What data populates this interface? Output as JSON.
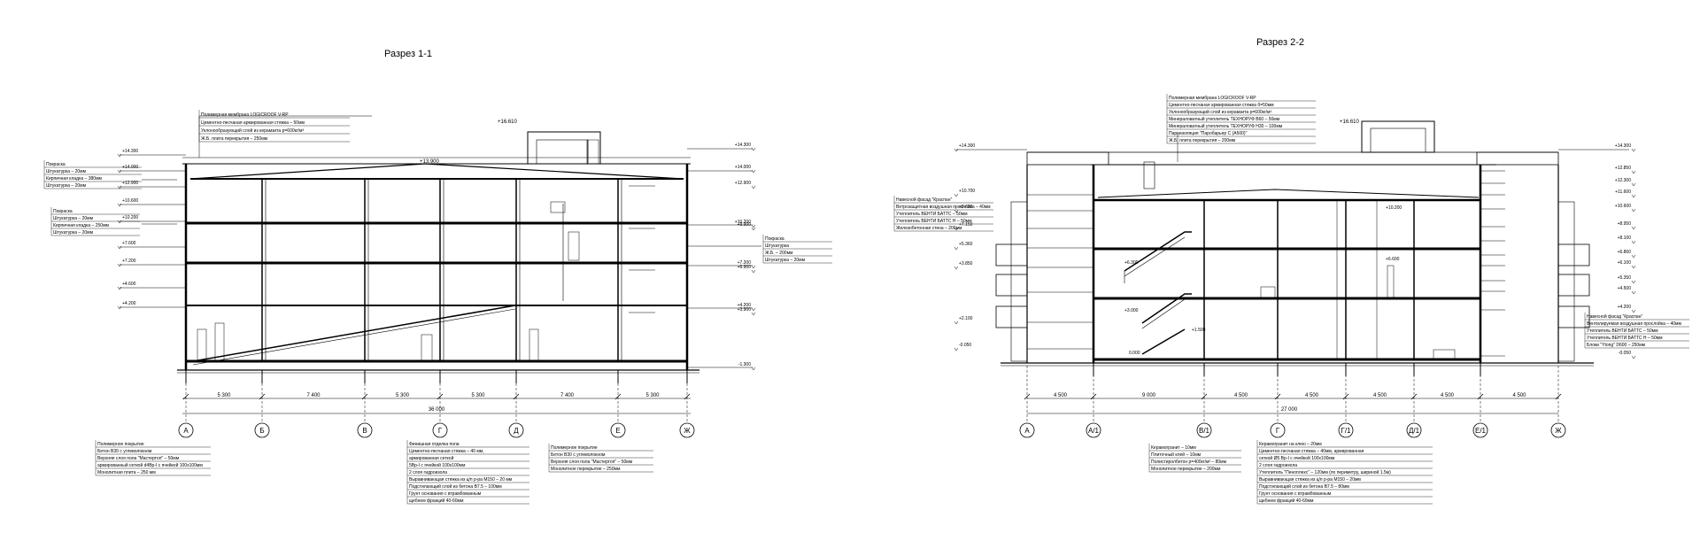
{
  "titles": {
    "section_1": "Разрез 1-1",
    "section_2": "Разрез 2-2"
  },
  "s1": {
    "axes": [
      "А",
      "Б",
      "В",
      "Г",
      "Д",
      "Е",
      "Ж"
    ],
    "spans": [
      "5 300",
      "7 400",
      "5 300",
      "5 300",
      "7 400",
      "5 300"
    ],
    "total": "36 000",
    "levels_left": [
      "+14.300",
      "+14.000",
      "+12.900",
      "+10.600",
      "+10.200",
      "+7.600",
      "+7.200",
      "+4.600",
      "+4.200"
    ],
    "levels_right": [
      "+14.300",
      "+14.000",
      "+12.900",
      "+10.200",
      "+9.900",
      "+7.200",
      "+6.900",
      "+4.200",
      "+3.900",
      "-1.300"
    ],
    "level_top": "+16.610",
    "level_roof": "+13.900",
    "roof_note": [
      "Полимерная мембрана LOGICROOF V-RP",
      "Цементно-песчаная армированная стяжка – 50мм",
      "Уклонообразующий слой из керамзита р=600кг/м³",
      "Ж.Б. плита перекрытия – 250мм"
    ],
    "wall_note_1": [
      "Покраска",
      "Штукатурка – 20мм",
      "Кирпичная кладка – 380мм",
      "Штукатурка – 20мм"
    ],
    "wall_note_2": [
      "Покраска",
      "Штукатурка – 20мм",
      "Кирпичная кладка – 250мм",
      "Штукатурка – 20мм"
    ],
    "right_note": [
      "Покраска",
      "Штукатурка",
      "Ж.Б. – 200мм",
      "Штукатурка – 20мм"
    ],
    "note_a": [
      "Полимерное покрытие",
      "Бетон В30 с углеволокном",
      "Верхняя слоя пола \"Мастертоп\" – 50мм",
      "армированный сеткой d4Вр-I с ячейкой 100х100мм",
      "Монолитная плита – 250 мм"
    ],
    "note_g": [
      "Финишная отделка пола",
      "Цементно-песчаная стяжка – 40 мм,",
      "армированная сеткой",
      "5Вр-I с ячейкой 100х100мм",
      "2 слоя гидроизола",
      "Выравнивающая стяжка из ц/п р-ра М150 – 20 мм",
      "Подстилающий слой из бетона В7.5 – 100мм",
      "Грунт основания с втрамбованным",
      "щебнем фракций 40-60мм"
    ],
    "note_d": [
      "Полимерное покрытие",
      "Бетон В30 с углеволокном",
      "Верхняя слоя пола \"Мастертоп\" – 50мм",
      "Монолитное перекрытие – 250мм"
    ]
  },
  "s2": {
    "axes": [
      "А",
      "А/1",
      "В/1",
      "Г",
      "Г/1",
      "Д/1",
      "Е/1",
      "Ж"
    ],
    "spans": [
      "4 500",
      "9 000",
      "4 500",
      "4 500",
      "4 500",
      "4 500",
      "4 500"
    ],
    "total": "27 000",
    "levels_left": [
      "+14.300",
      "+10.700",
      "+8.600",
      "+7.150",
      "+5.360",
      "+3.850",
      "+2.100",
      "-0.050"
    ],
    "levels_right": [
      "+14.300",
      "+12.850",
      "+12.300",
      "+11.600",
      "+10.600",
      "+8.950",
      "+8.100",
      "+6.860",
      "+6.100",
      "+5.350",
      "+4.500",
      "+4.200",
      "-0.050"
    ],
    "levels_mid": [
      "+10.200",
      "+6.600",
      "+6.300",
      "+3.000",
      "+1.500",
      "0.000"
    ],
    "level_top": "+16.610",
    "roof_note": [
      "Полимерная мембрана LOGICROOF V-RP",
      "Цементно-песчаная армированная стяжка б=50мм",
      "Уклонообразующий слой из керамзита р=600кг/м³",
      "Минераловатный утеплитель ТЕХНОРУФ В60 – 50мм",
      "Минераловатный утеплитель ТЕХНОРУФ Н30 – 100мм",
      "Пароизоляция \"Паробарьер С (А500)\"",
      "Ж.Б. плита перекрытия – 200мм"
    ],
    "facade_left": [
      "Навесной фасад \"Краспан\"",
      "Ветрозащитная воздушная прослойка – 40мм",
      "Утеплитель ВЕНТИ БАТТС – 50мм",
      "Утеплитель ВЕНТИ БАТТС Н – 50мм",
      "Железобетонная стена – 200мм"
    ],
    "facade_right": [
      "Навесной фасад \"Краспан\"",
      "Вентилируемая воздушная прослойка – 40мм",
      "Утеплитель ВЕНТИ БАТТС – 50мм",
      "Утеплитель ВЕНТИ БАТТС Н – 50мм",
      "Блоки \"Ytong\" D600 – 250мм"
    ],
    "note_b": [
      "Керамогранит – 10мм",
      "Плиточный клей – 10мм",
      "Полистиролбетон р=400кг/м³ – 80мм",
      "Монолитное перекрытие – 200мм"
    ],
    "note_g": [
      "Керамогранит на клею – 20мм",
      "Цементно-песчаная стяжка – 40мм, армированная",
      "сеткой Ø5 Вр-I с ячейкой 100х100мм",
      "2 слоя гидроизола",
      "Утеплитель \"Пеноплекс\" – 120мм (по периметру, шириной 1.5м)",
      "Выравнивающая стяжка из ц/п р-ра М150 – 20мм",
      "Подстилающий слой из бетона В7.5 – 80мм",
      "Грунт основания с втрамбованным",
      "щебнем фракций 40-60мм"
    ]
  }
}
